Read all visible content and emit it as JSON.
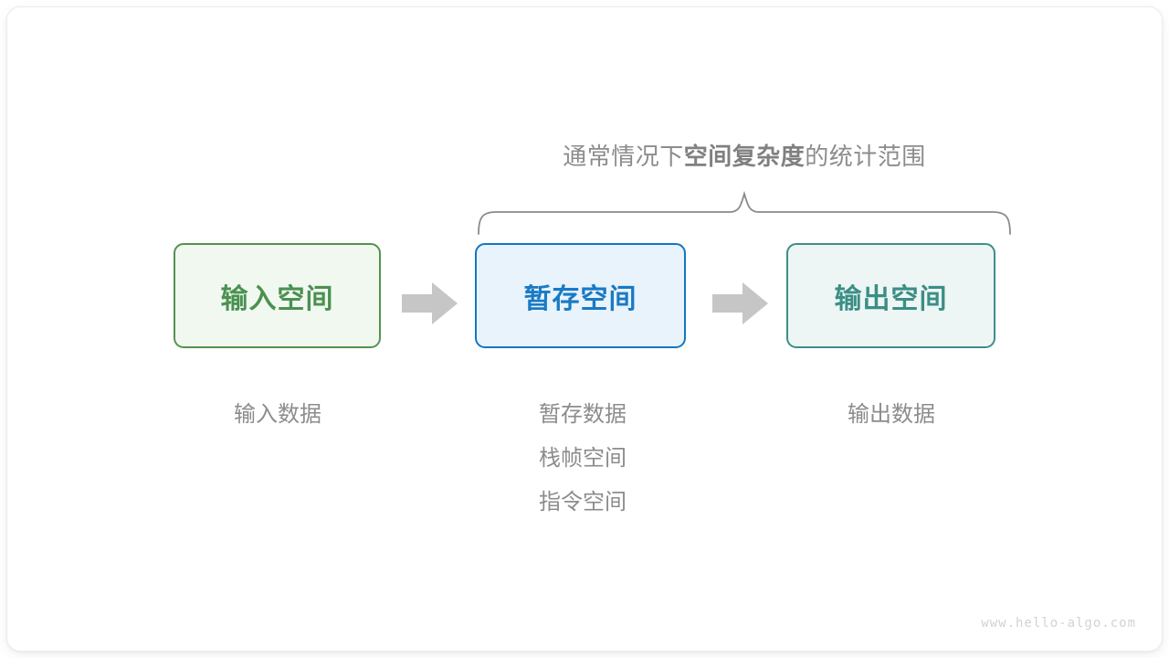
{
  "colors": {
    "page_background": "#ffffff",
    "card_background": "#ffffff",
    "input_border": "#54934f",
    "input_fill": "#f1f8f0",
    "input_text": "#4a9150",
    "buffer_border": "#1277c2",
    "buffer_fill": "#e8f3fc",
    "buffer_text": "#1a7ac4",
    "output_border": "#3d8f87",
    "output_fill": "#edf6f4",
    "output_text": "#3b8e86",
    "arrow": "#c6c6c6",
    "brace": "#8a8a8a",
    "caption_text": "#8c8c8c",
    "watermark_text": "#d2d2d2"
  },
  "annotation": {
    "prefix": "通常情况下",
    "emphasis": "空间复杂度",
    "suffix": "的统计范围",
    "full_text": "通常情况下空间复杂度的统计范围"
  },
  "boxes": [
    {
      "id": "input",
      "label": "输入空间"
    },
    {
      "id": "buffer",
      "label": "暂存空间"
    },
    {
      "id": "output",
      "label": "输出空间"
    }
  ],
  "arrows": [
    {
      "id": "arrow-input-to-buffer",
      "glyph": "block-arrow-right-icon"
    },
    {
      "id": "arrow-buffer-to-output",
      "glyph": "block-arrow-right-icon"
    }
  ],
  "captions": {
    "input": [
      "输入数据"
    ],
    "buffer": [
      "暂存数据",
      "栈帧空间",
      "指令空间"
    ],
    "output": [
      "输出数据"
    ]
  },
  "watermark": "www.hello-algo.com"
}
